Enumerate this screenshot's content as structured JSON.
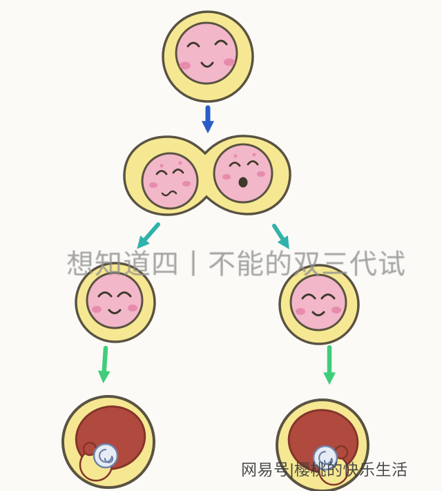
{
  "page": {
    "background": "#fbfaf7"
  },
  "colors": {
    "outline": "#5a5342",
    "cell_body": "#f6e892",
    "nucleus": "#f2b7c9",
    "blush": "#e78bad",
    "face": "#3e382c",
    "arrow_blue": "#2a5cc8",
    "arrow_teal": "#2fb2a9",
    "arrow_green": "#3fcd7a",
    "embryo": "#b04a3e",
    "embryo_dark": "#84352a",
    "blastocyst_fill": "#e7ecf4",
    "blastocyst_stroke": "#6c82aa",
    "watermark_center": "#8f8f8f",
    "watermark_bottom": "#3a3a3a"
  },
  "watermarks": {
    "center": "想知道四丨不能的双三代试",
    "bottom": "网易号|樱桃的快乐生活"
  },
  "diagram": {
    "stages": [
      "single-fertilized-egg",
      "dividing-two-nuclei-cell",
      "two-separated-cells",
      "two-developing-embryos"
    ]
  }
}
